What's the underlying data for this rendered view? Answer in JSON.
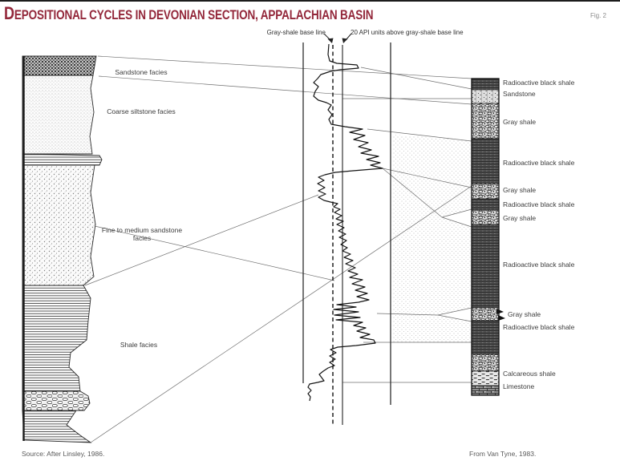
{
  "figure": {
    "title": "DEPOSITIONAL CYCLES IN DEVONIAN SECTION, APPALACHIAN BASIN",
    "fig_label": "Fig. 2",
    "source_left": "Source: After Linsley, 1986.",
    "source_right": "From Van Tyne, 1983."
  },
  "colors": {
    "title_accent": "#93273a",
    "ink": "#1a1a1a",
    "label_text": "#3c3c3c"
  },
  "log": {
    "baseline_label": "Gray-shale base line",
    "api_label": "20 API units above gray-shale base line"
  },
  "left_column": {
    "facies": [
      {
        "label": "Sandstone facies"
      },
      {
        "label": "Coarse siltstone facies"
      },
      {
        "label": "Fine to medium sandstone facies"
      },
      {
        "label": "Shale facies"
      }
    ]
  },
  "right_column": {
    "layers": [
      {
        "label": "Radioactive black shale"
      },
      {
        "label": "Sandstone"
      },
      {
        "label": "Gray shale"
      },
      {
        "label": "Radioactive black shale"
      },
      {
        "label": "Gray shale"
      },
      {
        "label": "Radioactive black shale"
      },
      {
        "label": "Gray shale"
      },
      {
        "label": "Radioactive black shale"
      },
      {
        "label": "Gray shale"
      },
      {
        "label": "Radioactive black shale"
      },
      {
        "label": "Calcareous shale"
      },
      {
        "label": "Limestone"
      }
    ]
  }
}
